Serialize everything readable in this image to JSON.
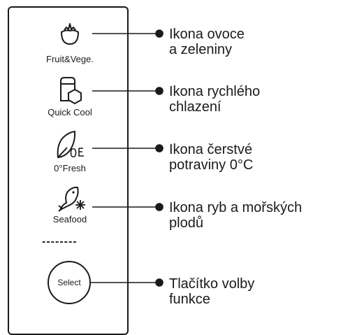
{
  "panel": {
    "items": [
      {
        "label": "Fruit&Vege.",
        "icon": "fruit-vegetable-icon"
      },
      {
        "label": "Quick Cool",
        "icon": "quick-cool-icon"
      },
      {
        "label": "0°Fresh",
        "icon": "zero-degree-fresh-icon"
      },
      {
        "label": "Seafood",
        "icon": "seafood-icon"
      }
    ],
    "separator": "--------",
    "select_label": "Select"
  },
  "callouts": [
    {
      "line1": "Ikona ovoce",
      "line2": "a zeleniny"
    },
    {
      "line1": "Ikona rychlého",
      "line2": "chlazení"
    },
    {
      "line1": "Ikona čerstvé",
      "line2": "potraviny 0°C"
    },
    {
      "line1": "Ikona ryb a mořských",
      "line2": "plodů"
    },
    {
      "line1": "Tlačítko volby",
      "line2": "funkce"
    }
  ]
}
